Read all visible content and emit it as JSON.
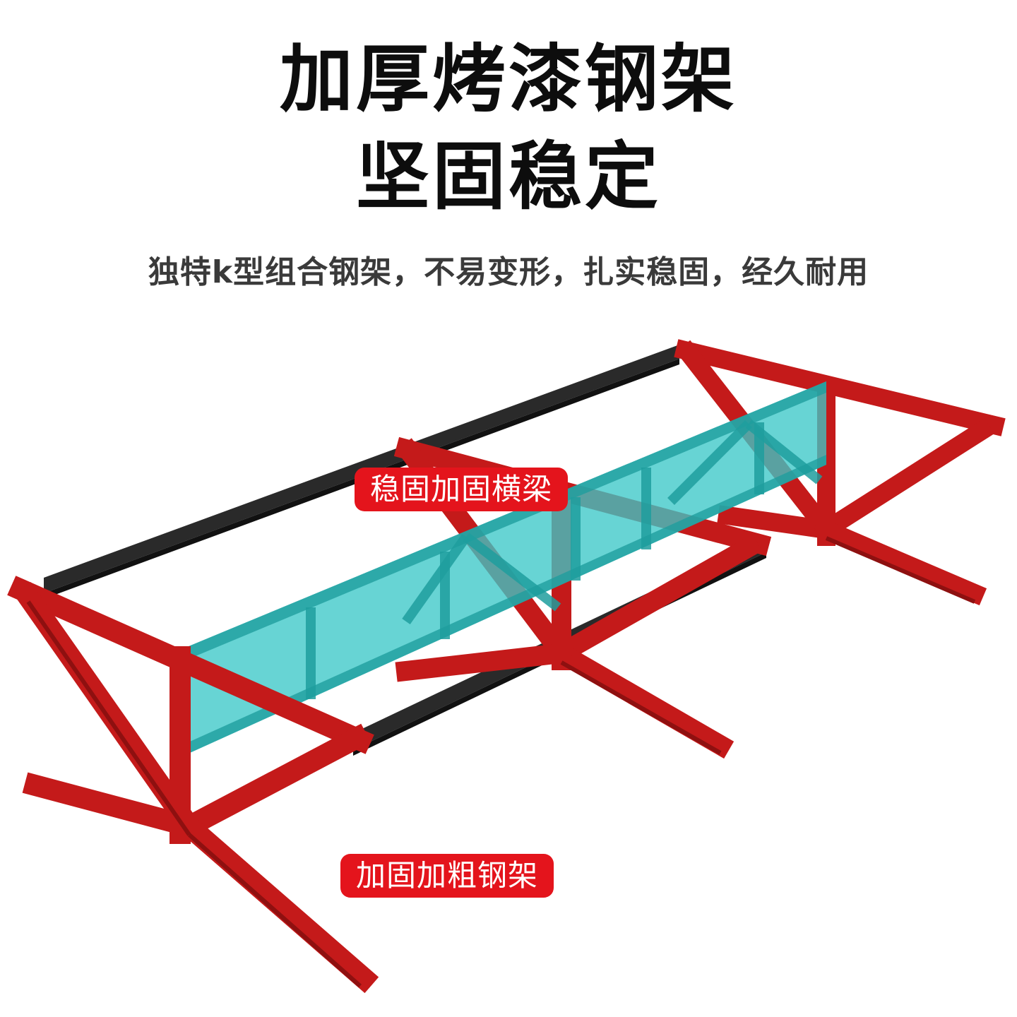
{
  "headline": {
    "line1": "加厚烤漆钢架",
    "line2": "坚固稳定"
  },
  "subtitle": "独特k型组合钢架，不易变形，扎实稳固，经久耐用",
  "callouts": {
    "crossbeam": "稳固加固横梁",
    "frame": "加固加粗钢架"
  },
  "colors": {
    "frame": "#c41a1a",
    "frame_dark": "#8e1010",
    "rail": "#2a2a2a",
    "crossbeam": "#3cc8c8",
    "callout_bg": "#e4141c"
  }
}
